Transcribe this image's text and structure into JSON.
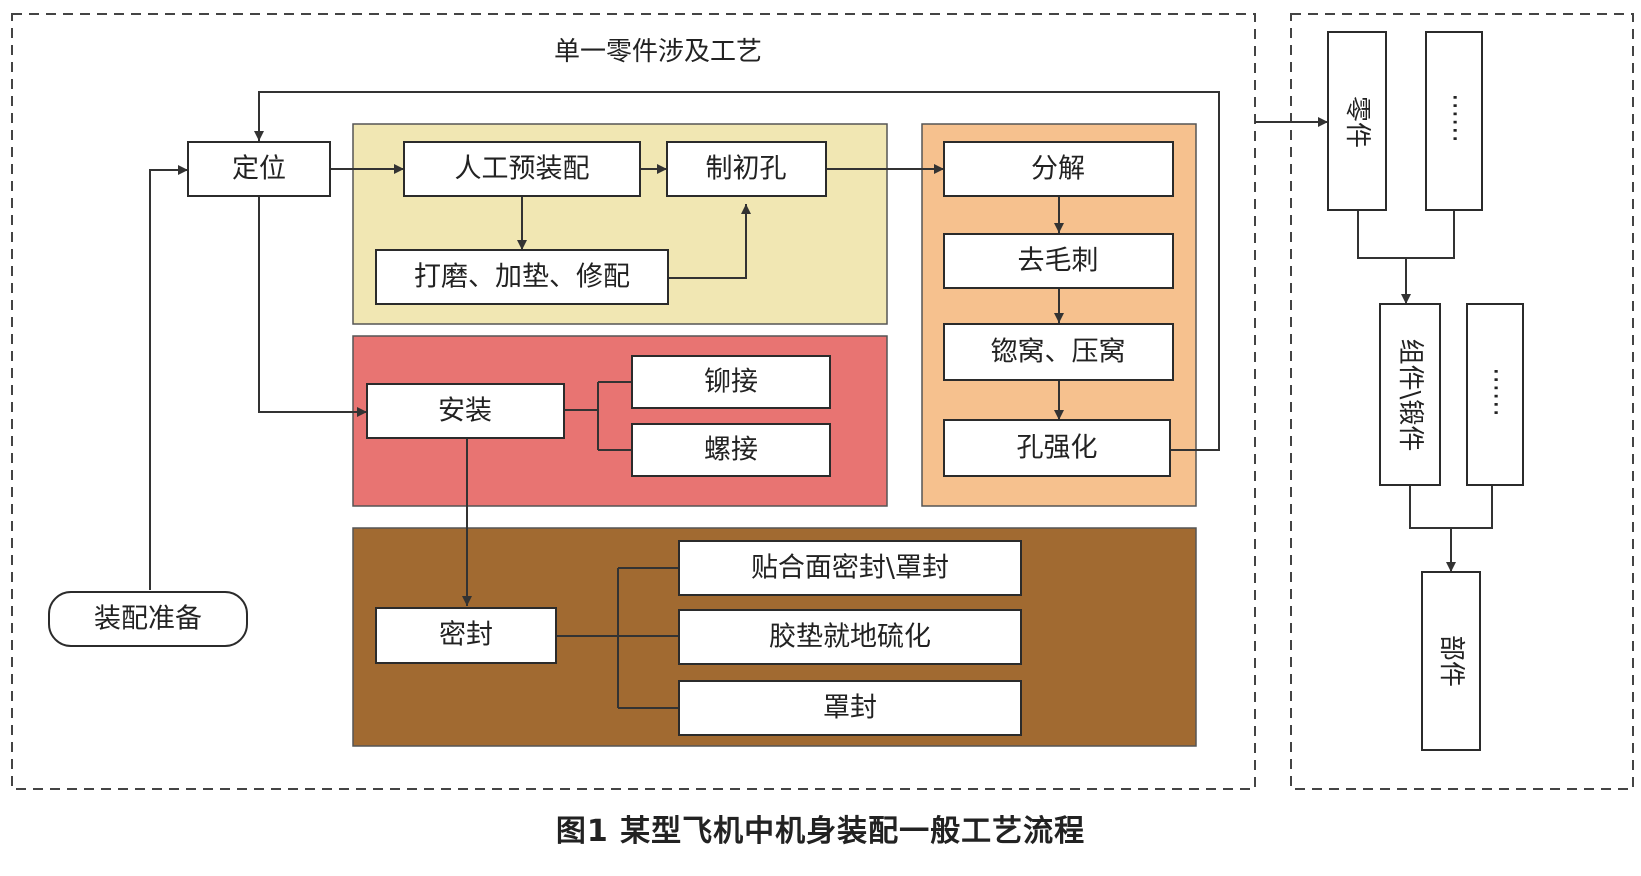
{
  "title": "单一零件涉及工艺",
  "caption": "图1   某型飞机中机身装配一般工艺流程",
  "colors": {
    "yellow_group": "#f1e7b3",
    "red_group": "#e87472",
    "orange_group": "#f6c18e",
    "brown_group": "#a16a31",
    "box_border": "#2b2b2b"
  },
  "nodes": {
    "prep": "装配准备",
    "position": "定位",
    "pre_assembly": "人工预装配",
    "initial_hole": "制初孔",
    "grind": "打磨、加垫、修配",
    "disassemble": "分解",
    "deburr": "去毛刺",
    "countersink": "锪窝、压窝",
    "hole_strengthen": "孔强化",
    "install": "安装",
    "rivet": "铆接",
    "bolt": "螺接",
    "seal": "密封",
    "seal_surface": "贴合面密封\\罩封",
    "gasket": "胶垫就地硫化",
    "cap_seal": "罩封"
  },
  "hierarchy": {
    "part": "零件",
    "part_more": "······",
    "component": "组件\\锻件",
    "component_more": "······",
    "assembly": "部件"
  }
}
